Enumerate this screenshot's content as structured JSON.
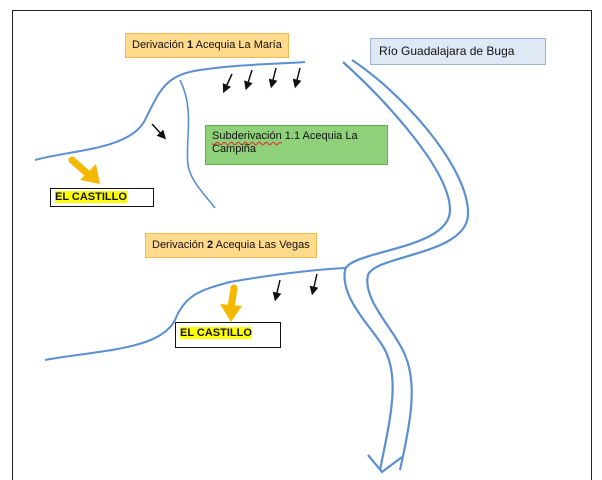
{
  "labels": {
    "derivacion1_prefix": "Derivación ",
    "derivacion1_num": "1",
    "derivacion1_suffix": " Acequia La María",
    "rio": "Río Guadalajara de Buga",
    "subderivacion_word": "Subderivación",
    "subderivacion_rest": " 1.1 Acequia La Campiña",
    "castillo_top": "EL CASTILLO",
    "derivacion2_prefix": "Derivación ",
    "derivacion2_num": "2",
    "derivacion2_suffix": " Acequia Las Vegas",
    "castillo_bottom": "EL CASTILLO"
  },
  "colors": {
    "river": "#5b8fd0",
    "label_orange": "#ffd98c",
    "label_blue": "#dfe8f5",
    "label_green": "#8fd17a",
    "highlight": "#ffff00",
    "pointer_arrow": "#f5b800"
  }
}
